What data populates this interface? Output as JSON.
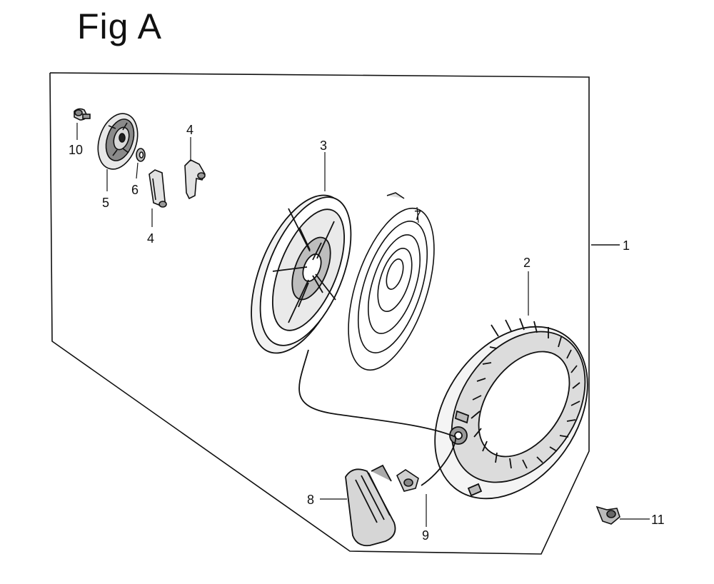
{
  "figure": {
    "title": "Fig A"
  },
  "callouts": {
    "c1": "1",
    "c2": "2",
    "c3": "3",
    "c4a": "4",
    "c4b": "4",
    "c5": "5",
    "c6": "6",
    "c7": "7",
    "c8": "8",
    "c9": "9",
    "c10": "10",
    "c11": "11"
  }
}
